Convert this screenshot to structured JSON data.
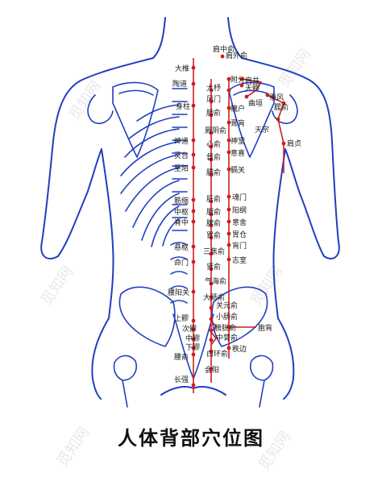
{
  "title": "人体背部穴位图",
  "watermark": "觅知网",
  "colors": {
    "body": "#1f3fbf",
    "meridian": "#cc1f1f",
    "text": "#1a1a1a"
  },
  "points": {
    "left": [
      "大椎",
      "陶道",
      "身柱",
      "神道",
      "灵台",
      "至阳",
      "筋缩",
      "中枢",
      "脊中",
      "悬枢",
      "命门",
      "腰阳关",
      "上髎",
      "次髎",
      "中髎",
      "下髎",
      "腰俞",
      "长强"
    ],
    "center": [
      "大杼",
      "风门",
      "肺俞",
      "厥阴俞",
      "心俞",
      "督俞",
      "膈俞",
      "肝俞",
      "胆俞",
      "脾俞",
      "胃俞",
      "三焦俞",
      "肾俞",
      "气海俞",
      "大肠俞",
      "关元俞",
      "小肠俞",
      "膀胱俞",
      "中膂俞",
      "白环俞",
      "会阳"
    ],
    "right": [
      "肩中俞",
      "肩外俞",
      "附分",
      "魄户",
      "膏肓",
      "神堂",
      "意喜",
      "膈关",
      "魂门",
      "阳纲",
      "意舍",
      "胃仓",
      "肓门",
      "志室",
      "胞肓",
      "秩边"
    ],
    "shoulder": [
      "肩井",
      "天髎",
      "曲垣",
      "秉风",
      "臑俞",
      "天宗",
      "肩贞"
    ]
  }
}
